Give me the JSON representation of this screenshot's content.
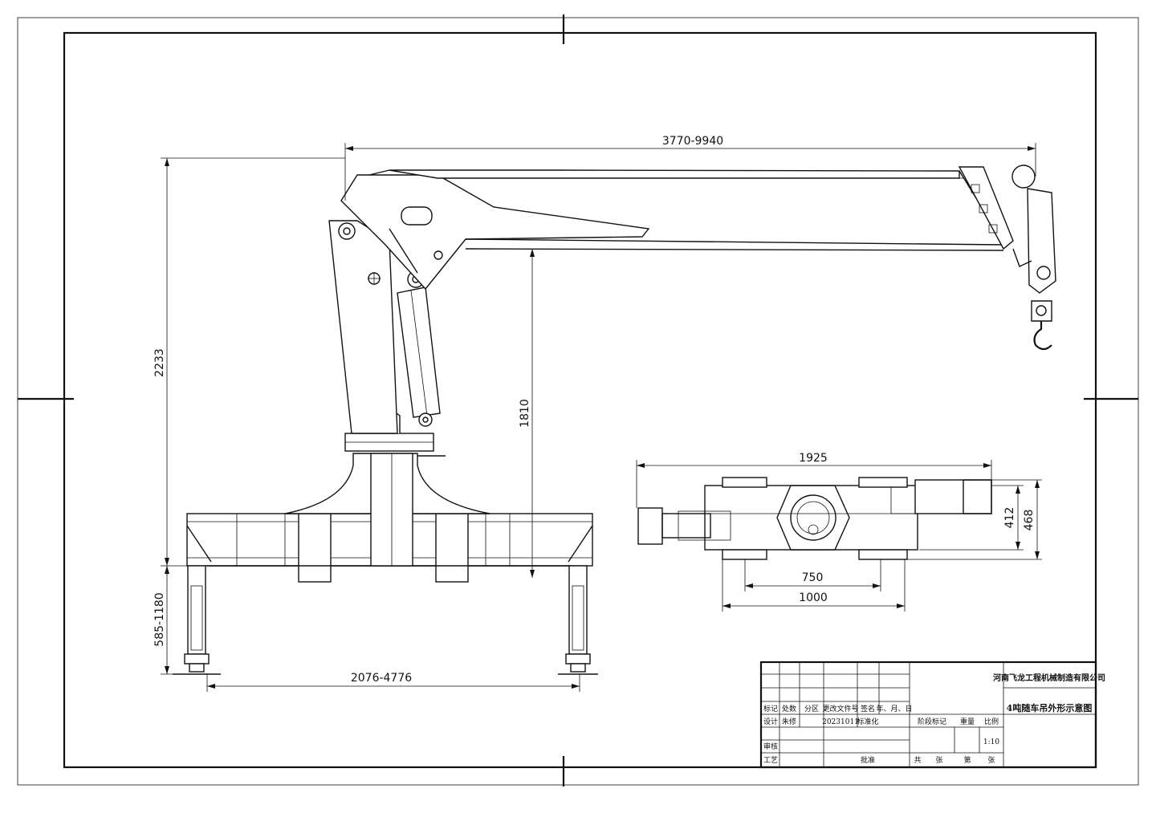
{
  "dimensions": {
    "boom_reach": "3770-9940",
    "total_height": "2233",
    "column_height": "1810",
    "outrigger_height": "585-1180",
    "outrigger_span": "2076-4776",
    "base_width": "1925",
    "base_inner_height": "412",
    "base_outer_height": "468",
    "pad_spacing_inner": "750",
    "pad_spacing_outer": "1000"
  },
  "title_block": {
    "company": "河南飞龙工程机械制造有限公司",
    "drawing_title": "4吨随车吊外形示意图",
    "header_labels": [
      "标记",
      "处数",
      "分区",
      "更改文件号",
      "签名",
      "年、月、日"
    ],
    "design_label": "设计",
    "designer": "朱修",
    "date": "20231011",
    "standardize_label": "标准化",
    "check_label": "审核",
    "process_label": "工艺",
    "approve_label": "批准",
    "stage_mark_label": "阶段标记",
    "weight_label": "重量",
    "scale_label": "比例",
    "scale_value": "1:10",
    "sheet_total_label": "共",
    "sheet_unit_label": "张",
    "sheet_no_label": "第",
    "sheet_unit2_label": "张"
  }
}
